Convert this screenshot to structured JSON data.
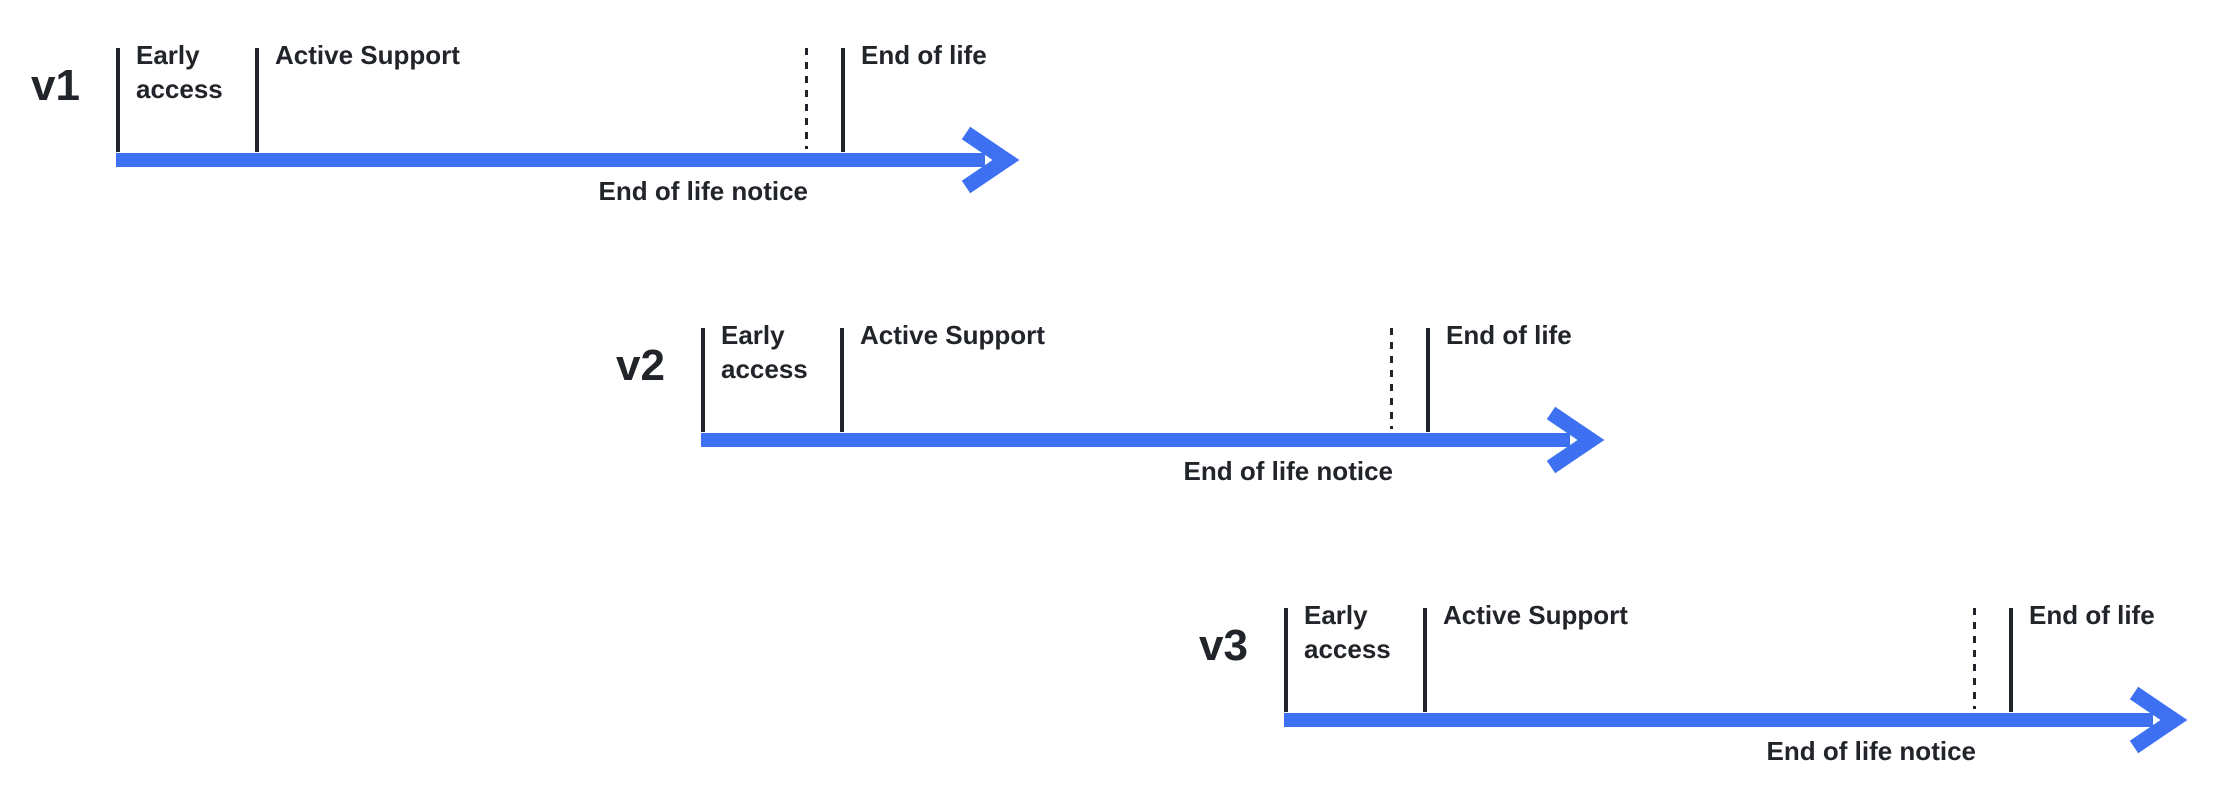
{
  "colors": {
    "arrow_blue": "#3e70f2",
    "ink": "#212429",
    "background": "#ffffff"
  },
  "timelines": [
    {
      "version": "v1",
      "labels": {
        "early_access": "Early access",
        "active_support": "Active Support",
        "end_of_life": "End of life",
        "end_of_life_notice": "End of life notice"
      }
    },
    {
      "version": "v2",
      "labels": {
        "early_access": "Early access",
        "active_support": "Active Support",
        "end_of_life": "End of life",
        "end_of_life_notice": "End of life notice"
      }
    },
    {
      "version": "v3",
      "labels": {
        "early_access": "Early access",
        "active_support": "Active Support",
        "end_of_life": "End of life",
        "end_of_life_notice": "End of life notice"
      }
    }
  ]
}
